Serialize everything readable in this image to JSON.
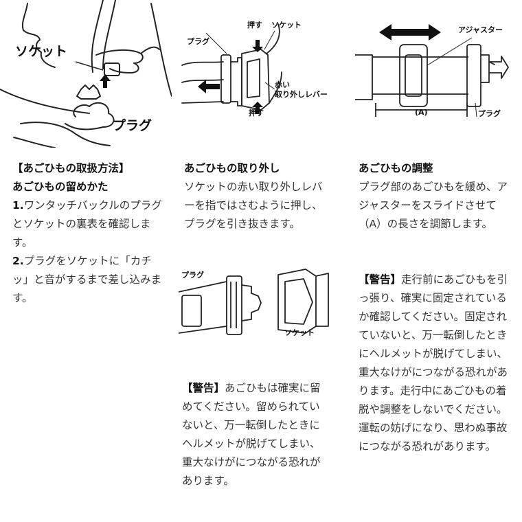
{
  "col1": {
    "fig": {
      "socket_label": "ソケット",
      "plug_label": "プラグ"
    },
    "heading1": "【あごひもの取扱方法】",
    "heading2": "あごひもの留めかた",
    "steps": [
      {
        "num": "1.",
        "text": "ワンタッチバックルのプラグとソケットの裏表を確認します。"
      },
      {
        "num": "2.",
        "text": "プラグをソケットに「カチッ」と音がするまで差し込みます。"
      }
    ]
  },
  "col2": {
    "fig_top": {
      "push_top": "押す",
      "socket": "ソケット",
      "plug": "プラグ",
      "red_lever_1": "赤い",
      "red_lever_2": "取り外しレバー",
      "push_bottom": "押す"
    },
    "heading": "あごひもの取り外し",
    "body": "ソケットの赤い取り外しレバーを指ではさむように押し、プラグを引き抜きます。",
    "fig_mid": {
      "plug": "プラグ",
      "socket": "ソケット"
    },
    "warning_label": "【警告】",
    "warning_text": "あごひもは確実に留めてください。留められていないと、万一転倒したときにヘルメットが脱げてしまい、重大なけがにつながる恐れがあります。"
  },
  "col3": {
    "fig": {
      "adjuster": "アジャスター",
      "a_label": "(A)",
      "plug": "プラグ"
    },
    "heading": "あごひもの調整",
    "body": "プラグ部のあごひもを緩め、アジャスターをスライドさせて（A）の長さを調節します。",
    "warning_label": "【警告】",
    "warning_text": "走行前にあごひもを引っ張り、確実に固定されているか確認してください。固定されていないと、万一転倒したときにヘルメットが脱げてしまい、重大なけがにつながる恐れがあります。走行中にあごひもの着脱や調整をしないでください。運転の妨げになり、思わぬ事故につながる恐れがあります。"
  }
}
